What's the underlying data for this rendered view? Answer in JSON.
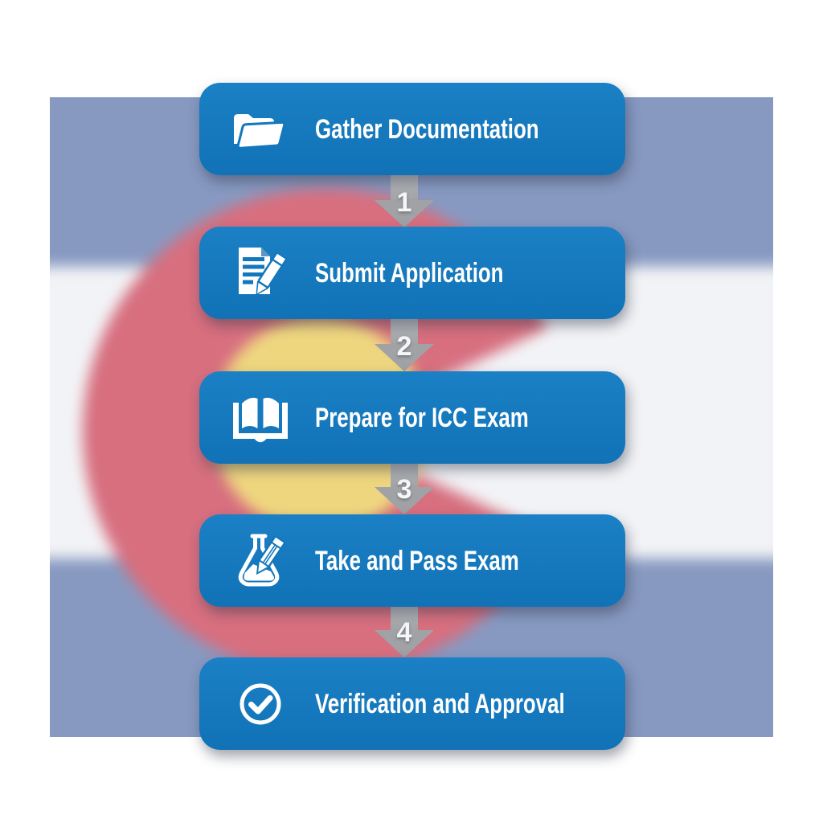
{
  "background": {
    "description": "Colorado state flag, blurred",
    "elements": [
      "blue-stripe-top",
      "white-stripe-middle",
      "blue-stripe-bottom",
      "red-c",
      "gold-disc"
    ]
  },
  "colors": {
    "box_blue": "#1277bc",
    "flag_blue": "#8799c1",
    "flag_white": "#f2f3f6",
    "flag_red": "#d76f7f",
    "flag_yellow": "#eed67f",
    "arrow_gray": "#a0a2a5",
    "text_white": "#ffffff",
    "canvas_white": "#ffffff"
  },
  "steps": [
    {
      "label": "Gather Documentation",
      "icon": "folder-open-icon"
    },
    {
      "label": "Submit Application",
      "icon": "document-pencil-icon"
    },
    {
      "label": "Prepare for ICC Exam",
      "icon": "open-book-icon"
    },
    {
      "label": "Take and Pass Exam",
      "icon": "flask-pencil-icon"
    },
    {
      "label": "Verification and Approval",
      "icon": "check-circle-icon"
    }
  ],
  "connectors": [
    {
      "number": "1"
    },
    {
      "number": "2"
    },
    {
      "number": "3"
    },
    {
      "number": "4"
    }
  ]
}
